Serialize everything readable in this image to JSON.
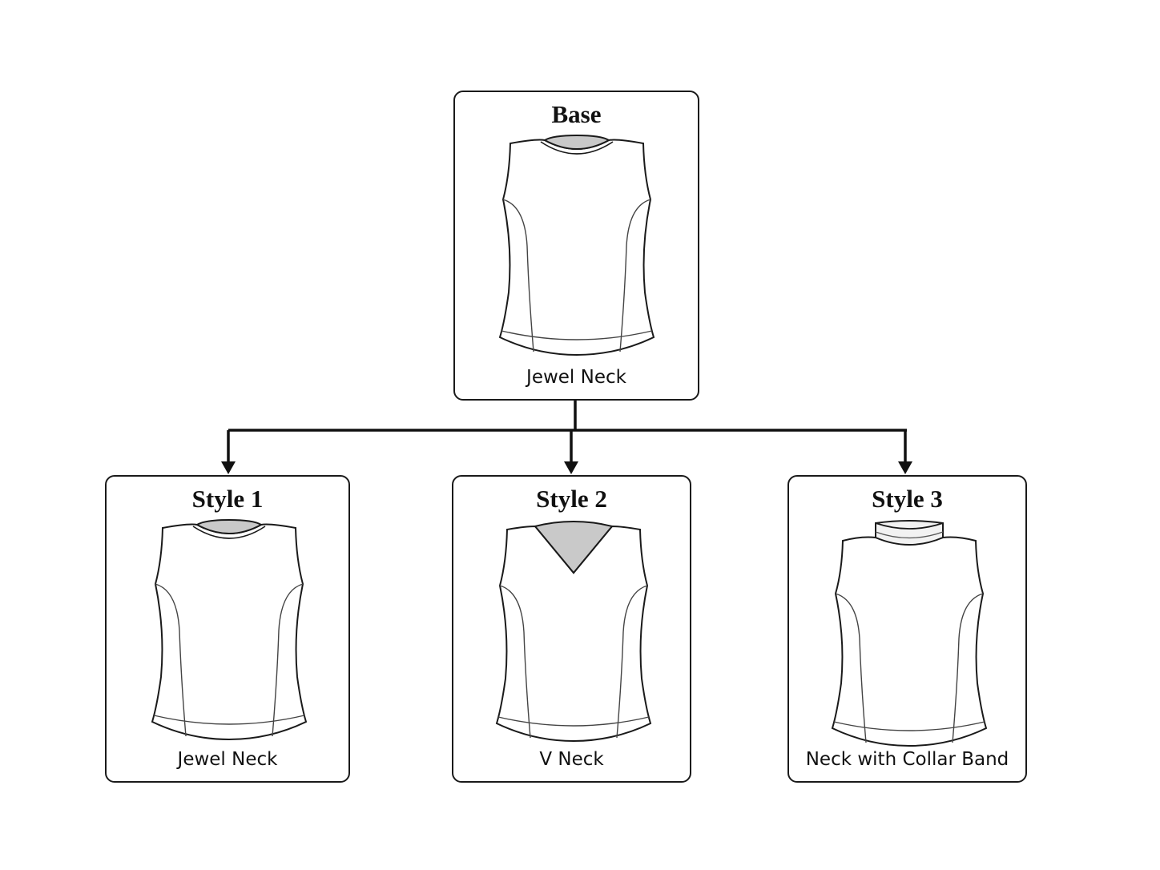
{
  "base": {
    "title": "Base",
    "caption": "Jewel Neck",
    "garment_icon": "jewel-neck-top-icon"
  },
  "styles": [
    {
      "title": "Style 1",
      "caption": "Jewel Neck",
      "garment_icon": "jewel-neck-top-icon"
    },
    {
      "title": "Style 2",
      "caption": "V Neck",
      "garment_icon": "v-neck-top-icon"
    },
    {
      "title": "Style 3",
      "caption": "Neck with Collar Band",
      "garment_icon": "collar-band-top-icon"
    }
  ],
  "colors": {
    "line": "#1a1a1a",
    "neck_fill": "#c9c9c9",
    "collar_fill": "#f2f2f2"
  }
}
